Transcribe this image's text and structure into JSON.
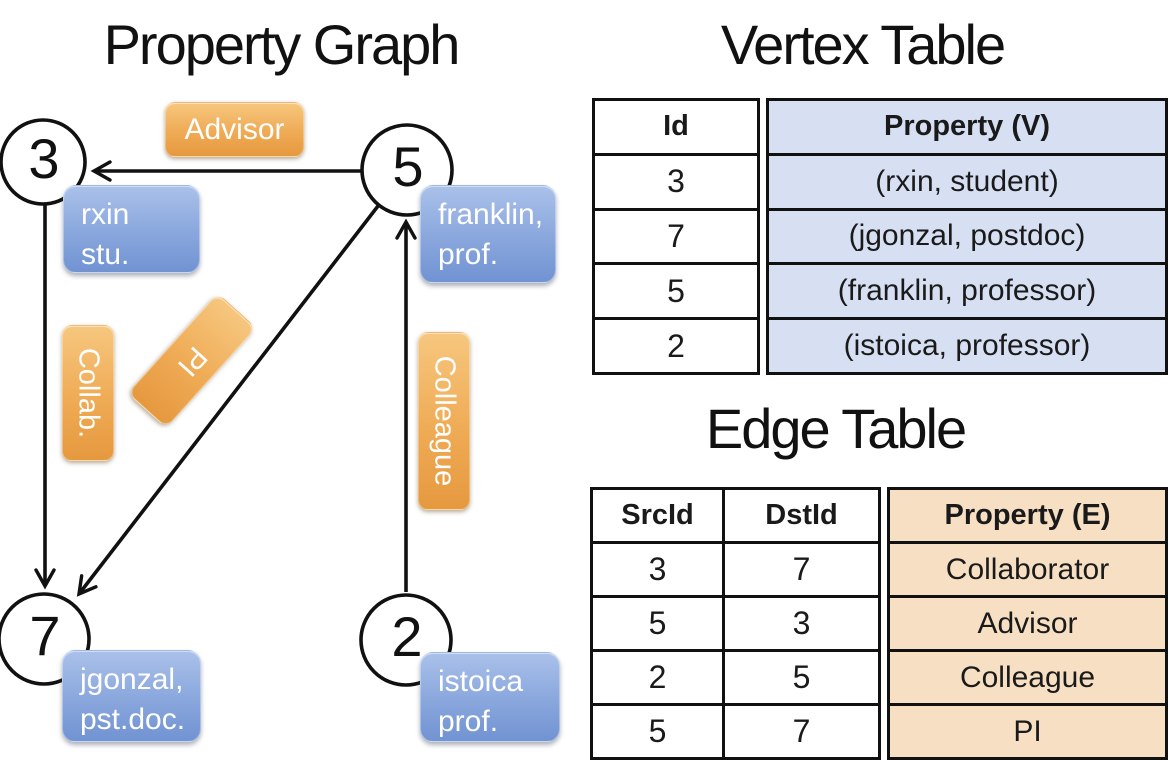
{
  "titles": {
    "graph": "Property Graph",
    "vertex_table": "Vertex Table",
    "edge_table": "Edge Table"
  },
  "colors": {
    "edge_label_orange_top": "#f6c77f",
    "edge_label_orange_bottom": "#e6993f",
    "vertex_label_blue_top": "#aac1ea",
    "vertex_label_blue_bottom": "#7193d2",
    "vertex_table_cell_blue": "#d6e0f2",
    "edge_table_cell_orange": "#f7dfc3",
    "line_black": "#111111"
  },
  "graph": {
    "nodes": [
      {
        "id": "3",
        "label": "rxin\nstu."
      },
      {
        "id": "5",
        "label": "franklin,\nprof."
      },
      {
        "id": "7",
        "label": "jgonzal,\npst.doc."
      },
      {
        "id": "2",
        "label": "istoica\nprof."
      }
    ],
    "edge_labels": [
      {
        "text": "Advisor",
        "orientation": "horizontal"
      },
      {
        "text": "Collab.",
        "orientation": "vertical"
      },
      {
        "text": "PI",
        "orientation": "diagonal"
      },
      {
        "text": "Colleague",
        "orientation": "vertical"
      }
    ],
    "edges": [
      {
        "src": "5",
        "dst": "3",
        "label": "Advisor"
      },
      {
        "src": "3",
        "dst": "7",
        "label": "Collab."
      },
      {
        "src": "5",
        "dst": "7",
        "label": "PI"
      },
      {
        "src": "2",
        "dst": "5",
        "label": "Colleague"
      }
    ]
  },
  "vertex_table": {
    "headers": {
      "id": "Id",
      "property": "Property (V)"
    },
    "rows": [
      {
        "id": "3",
        "property": "(rxin, student)"
      },
      {
        "id": "7",
        "property": "(jgonzal, postdoc)"
      },
      {
        "id": "5",
        "property": "(franklin, professor)"
      },
      {
        "id": "2",
        "property": "(istoica, professor)"
      }
    ]
  },
  "edge_table": {
    "headers": {
      "src": "SrcId",
      "dst": "DstId",
      "property": "Property (E)"
    },
    "rows": [
      {
        "src": "3",
        "dst": "7",
        "property": "Collaborator"
      },
      {
        "src": "5",
        "dst": "3",
        "property": "Advisor"
      },
      {
        "src": "2",
        "dst": "5",
        "property": "Colleague"
      },
      {
        "src": "5",
        "dst": "7",
        "property": "PI"
      }
    ]
  }
}
